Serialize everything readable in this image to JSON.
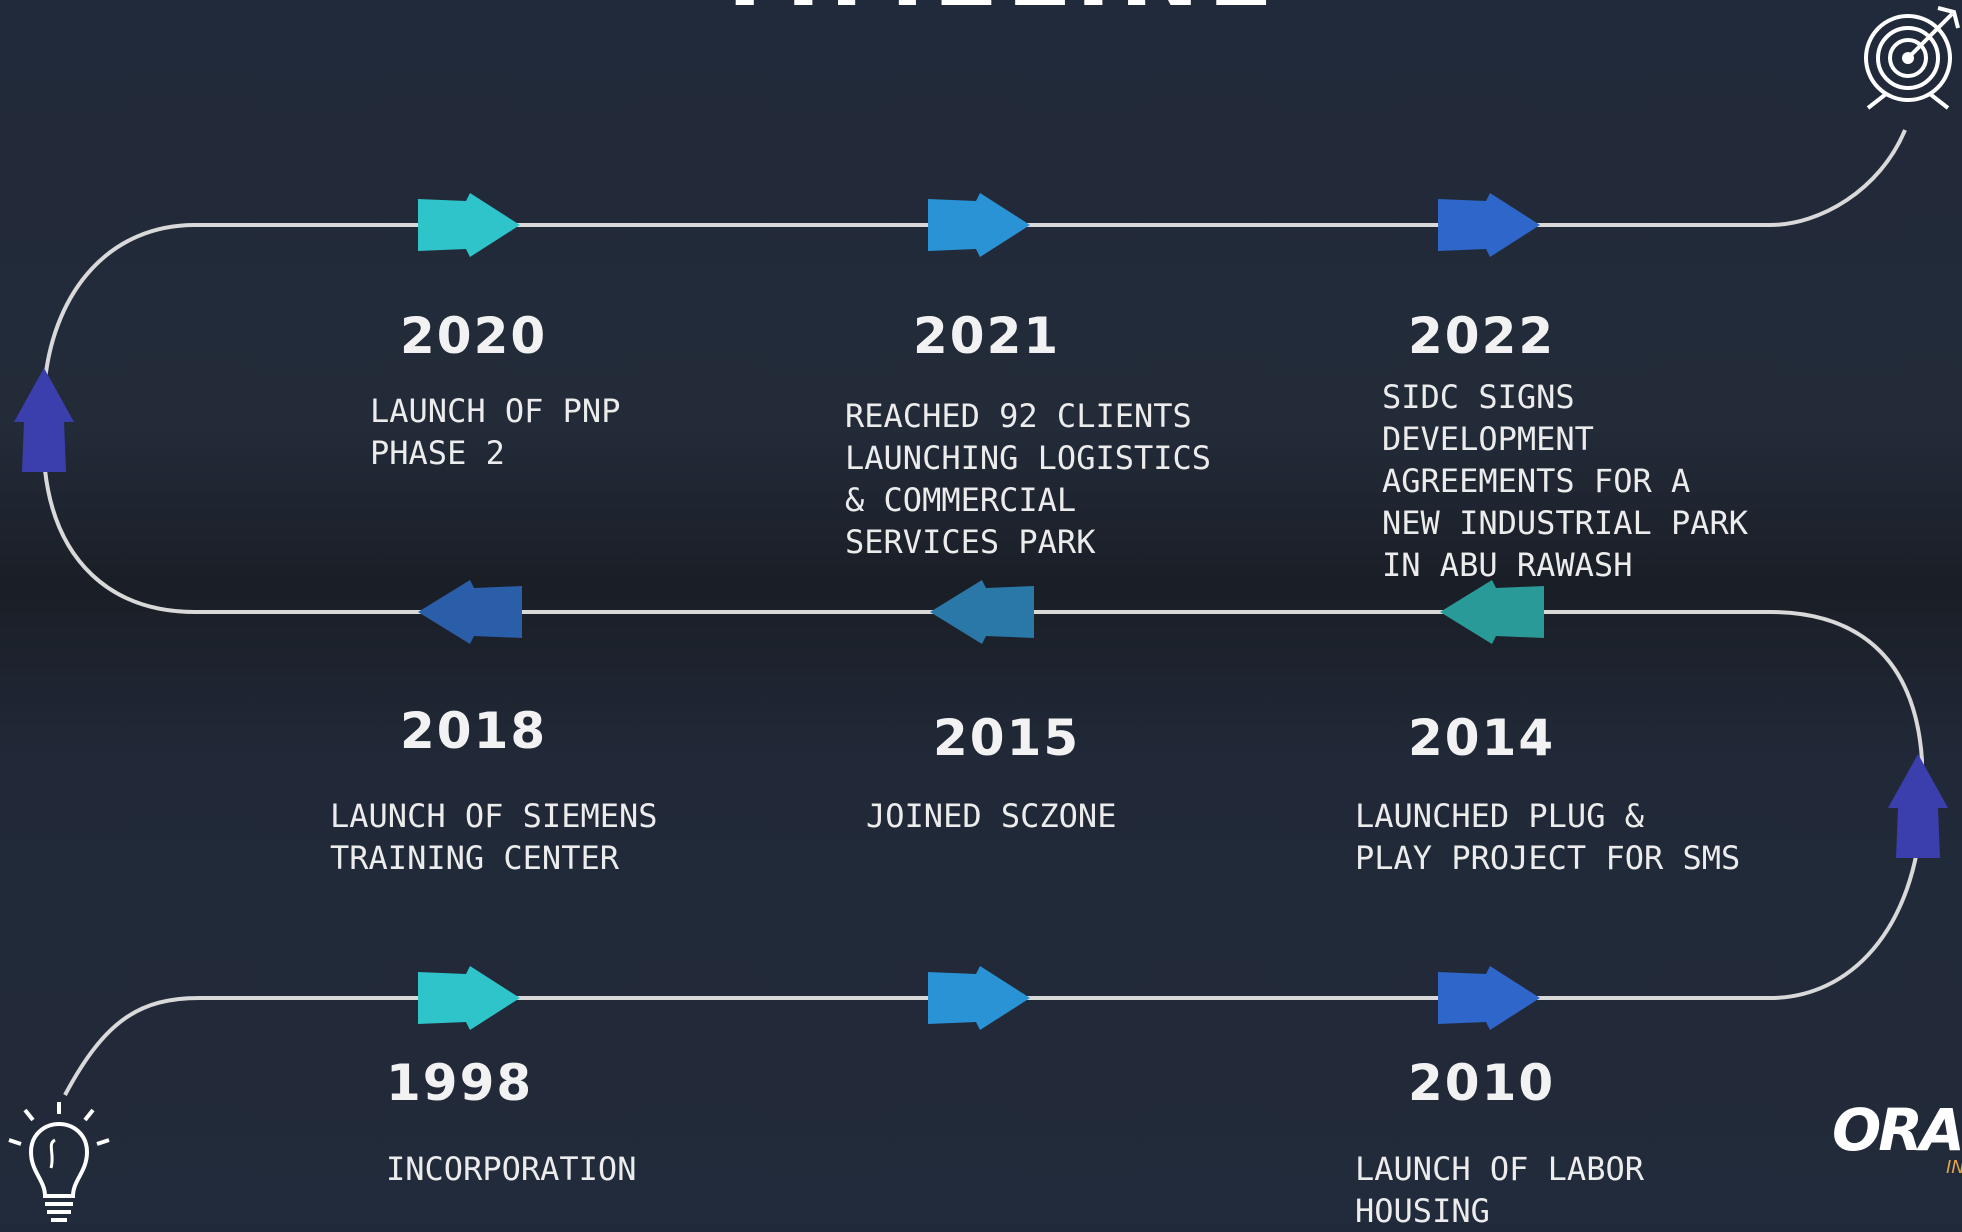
{
  "title": "TIMELINE",
  "milestones": [
    {
      "year": "2020",
      "text": "LAUNCH OF PNP\nPHASE 2"
    },
    {
      "year": "2021",
      "text": "REACHED 92 CLIENTS\nLAUNCHING LOGISTICS\n& COMMERCIAL\nSERVICES PARK"
    },
    {
      "year": "2022",
      "text": "SIDC SIGNS\nDEVELOPMENT\nAGREEMENTS FOR A\nNEW INDUSTRIAL PARK\nIN ABU RAWASH"
    },
    {
      "year": "2018",
      "text": "LAUNCH OF SIEMENS\nTRAINING CENTER"
    },
    {
      "year": "2015",
      "text": "JOINED SCZONE"
    },
    {
      "year": "2014",
      "text": "LAUNCHED PLUG &\nPLAY PROJECT FOR SMS"
    },
    {
      "year": "1998",
      "text": "INCORPORATION"
    },
    {
      "year": "2010",
      "text": "LAUNCH OF LABOR\nHOUSING"
    }
  ],
  "logo": {
    "text": "ORA",
    "sub": "IN"
  },
  "colors": {
    "background": "#212a3a",
    "track": "#d9d9d9",
    "arrow_teal": "#2ec4c9",
    "arrow_sky": "#2a93d5",
    "arrow_blue": "#2e66c9",
    "arrow_navy": "#2f49a3",
    "arrow_indigo": "#3b3fae",
    "logo_accent": "#e0a24a"
  },
  "icons": [
    "target-icon",
    "lightbulb-icon",
    "arrow-icon"
  ]
}
